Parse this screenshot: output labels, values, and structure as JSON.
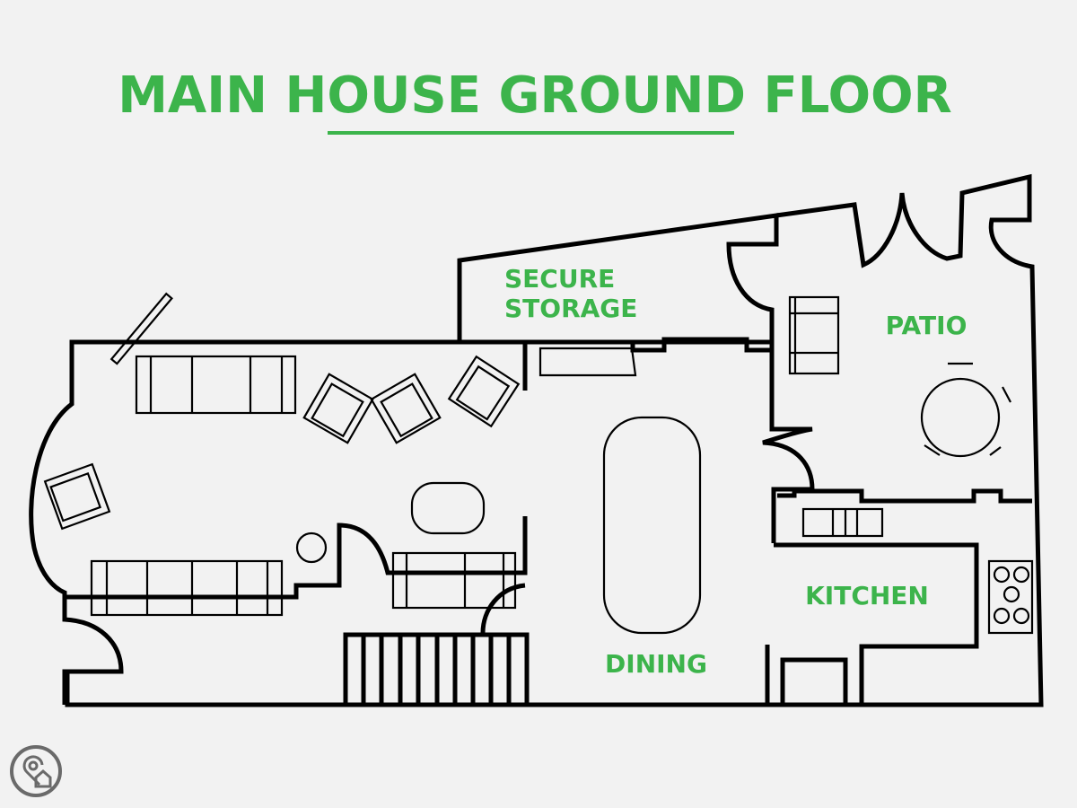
{
  "title": "MAIN HOUSE GROUND FLOOR",
  "rooms": {
    "secure_storage_line1": "SECURE",
    "secure_storage_line2": "STORAGE",
    "patio": "PATIO",
    "kitchen": "KITCHEN",
    "dining": "DINING"
  },
  "logo_icon": "location-home-icon",
  "colors": {
    "accent": "#3cb44b",
    "wall": "#000000",
    "background": "#f2f2f2",
    "logo": "#6a6a6a"
  }
}
